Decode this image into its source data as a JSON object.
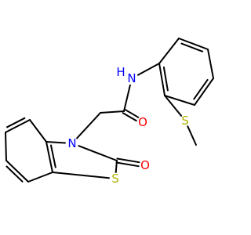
{
  "molecule": {
    "atoms": [
      {
        "label": "N",
        "color": "#0000ff",
        "semantic": "amide-nitrogen"
      },
      {
        "label": "H",
        "color": "#0000ff",
        "semantic": "amide-hydrogen"
      },
      {
        "label": "O",
        "color": "#ff0000",
        "semantic": "amide-oxygen"
      },
      {
        "label": "N",
        "color": "#0000ff",
        "semantic": "ring-nitrogen"
      },
      {
        "label": "S",
        "color": "#b2b200",
        "semantic": "ring-sulfur"
      },
      {
        "label": "O",
        "color": "#ff0000",
        "semantic": "ring-oxygen"
      },
      {
        "label": "S",
        "color": "#b2b200",
        "semantic": "thioether-sulfur"
      }
    ],
    "bond_color": "#000000"
  }
}
